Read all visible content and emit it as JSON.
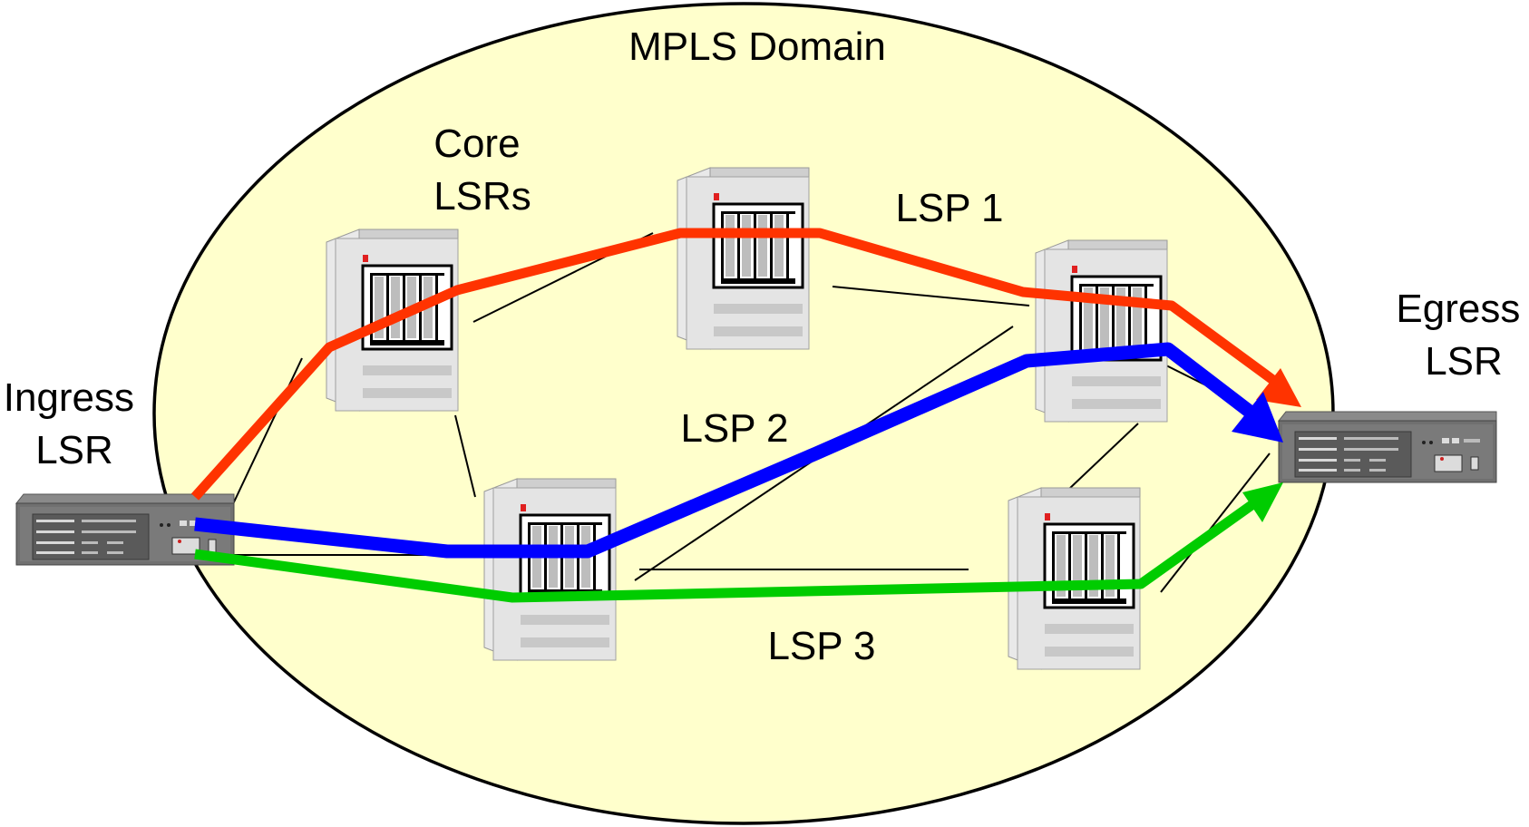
{
  "domain": {
    "label": "MPLS Domain",
    "fill": "#ffffcc",
    "stroke": "#000000"
  },
  "labels": {
    "core": [
      "Core",
      "LSRs"
    ],
    "ingress": [
      "Ingress",
      "LSR"
    ],
    "egress": [
      "Egress",
      "LSR"
    ],
    "lsp1": "LSP 1",
    "lsp2": "LSP 2",
    "lsp3": "LSP 3"
  },
  "paths": [
    {
      "id": "lsp1",
      "name": "LSP 1",
      "color": "#ff3300"
    },
    {
      "id": "lsp2",
      "name": "LSP 2",
      "color": "#0000ff"
    },
    {
      "id": "lsp3",
      "name": "LSP 3",
      "color": "#00cc00"
    }
  ],
  "devices": {
    "ingress": "router-chassis-icon",
    "egress": "router-chassis-icon",
    "core": "server-tower-icon"
  }
}
